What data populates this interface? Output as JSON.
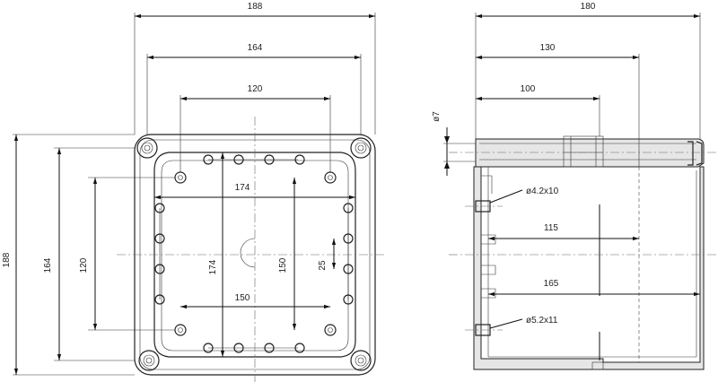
{
  "front_view": {
    "dims": {
      "overall_width": "188",
      "inner_width": "164",
      "hole_spacing_x": "120",
      "inner_opening_x": "174",
      "bottom_spacing": "150",
      "overall_height": "188",
      "inner_height": "164",
      "hole_spacing_y": "120",
      "inner_opening_y": "174",
      "side_spacing": "150",
      "small_offset": "25"
    }
  },
  "side_view": {
    "dims": {
      "overall_depth": "180",
      "depth_130": "130",
      "depth_100": "100",
      "diameter_7": "ø7",
      "hole_upper": "ø4.2x10",
      "depth_115": "115",
      "depth_165": "165",
      "hole_lower": "ø5.2x11"
    }
  },
  "colors": {
    "line": "#111111",
    "wall_fill": "#e6e6e6",
    "background": "#ffffff"
  }
}
